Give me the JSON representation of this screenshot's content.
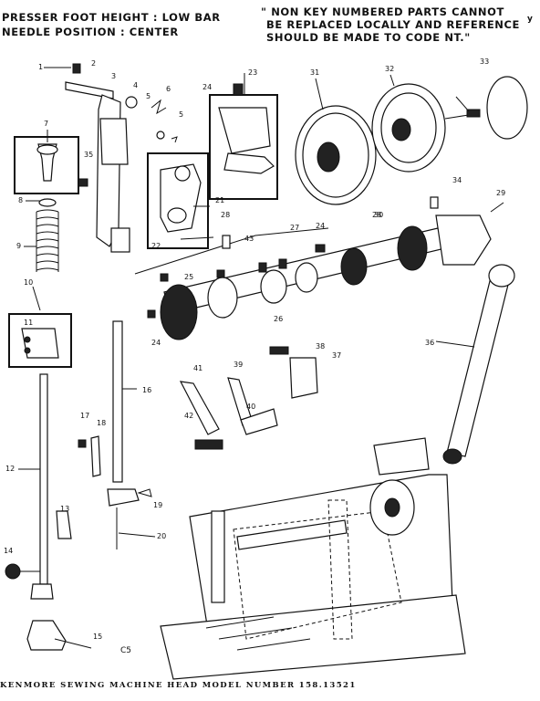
{
  "header": {
    "spec_line_1": "PRESSER FOOT HEIGHT : LOW BAR",
    "spec_line_2": "NEEDLE POSITION : CENTER",
    "note_line_1": "\" NON KEY NUMBERED PARTS CANNOT",
    "note_line_2": "BE REPLACED LOCALLY AND REFERENCE",
    "note_line_3": "SHOULD BE MADE TO CODE NT.\"",
    "corner_mark": "y"
  },
  "footer": {
    "title": "KENMORE SEWING MACHINE HEAD MODEL NUMBER 158.13521",
    "code": "C5"
  },
  "callouts": [
    "1",
    "2",
    "3",
    "4",
    "5",
    "6",
    "5",
    "7",
    "35",
    "8",
    "9",
    "10",
    "11",
    "23",
    "24",
    "22",
    "21",
    "31",
    "32",
    "33",
    "34",
    "30",
    "29",
    "28",
    "28",
    "27",
    "24",
    "43",
    "25",
    "26",
    "24",
    "12",
    "16",
    "17",
    "18",
    "19",
    "20",
    "13",
    "14",
    "15",
    "41",
    "39",
    "40",
    "42",
    "38",
    "37",
    "36"
  ]
}
